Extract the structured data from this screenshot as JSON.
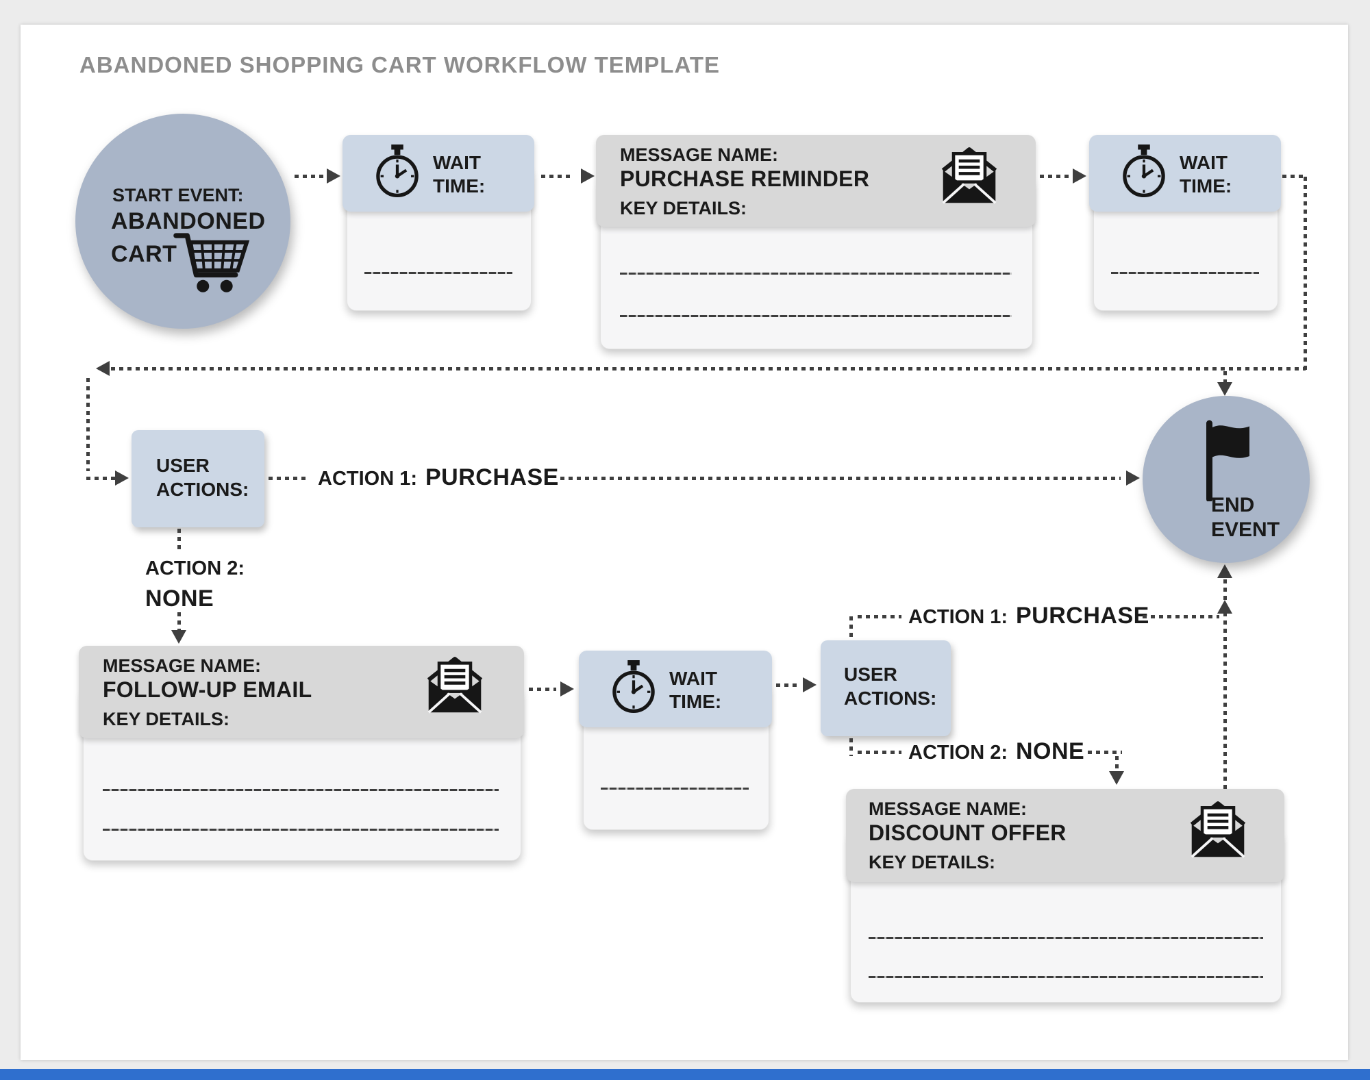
{
  "title": "ABANDONED SHOPPING CART WORKFLOW TEMPLATE",
  "nodes": {
    "start_event": {
      "prefix": "START EVENT:",
      "title_line1": "ABANDONED",
      "title_line2": "CART"
    },
    "wait_time_1": {
      "label": "WAIT TIME:"
    },
    "message_purchase_reminder": {
      "name_label": "MESSAGE NAME:",
      "name": "PURCHASE REMINDER",
      "details_label": "KEY DETAILS:"
    },
    "wait_time_2": {
      "label": "WAIT TIME:"
    },
    "user_actions_1": {
      "label": "USER ACTIONS:"
    },
    "message_follow_up_email": {
      "name_label": "MESSAGE NAME:",
      "name": "FOLLOW-UP EMAIL",
      "details_label": "KEY DETAILS:"
    },
    "wait_time_3": {
      "label": "WAIT TIME:"
    },
    "user_actions_2": {
      "label": "USER ACTIONS:"
    },
    "message_discount_offer": {
      "name_label": "MESSAGE NAME:",
      "name": "DISCOUNT OFFER",
      "details_label": "KEY DETAILS:"
    },
    "end_event": {
      "label": "END EVENT"
    }
  },
  "edges": {
    "action1_top": {
      "prefix": "ACTION 1:",
      "value": "PURCHASE"
    },
    "action2_top": {
      "prefix": "ACTION 2:",
      "value": "NONE"
    },
    "action1_bottom": {
      "prefix": "ACTION 1:",
      "value": "PURCHASE"
    },
    "action2_bottom": {
      "prefix": "ACTION 2:",
      "value": "NONE"
    }
  },
  "icons": {
    "start_event": "shopping-cart-icon",
    "wait_time": "stopwatch-icon",
    "message": "open-envelope-icon",
    "end_event": "flag-icon"
  },
  "colors": {
    "event_circle": "#a9b5c8",
    "wait_header": "#ccd7e5",
    "message_header": "#d8d8d8",
    "card_body": "#f6f6f7",
    "connector": "#3f3f3f",
    "title_text": "#8d8d8d",
    "footer_bar": "#2f6fce"
  }
}
